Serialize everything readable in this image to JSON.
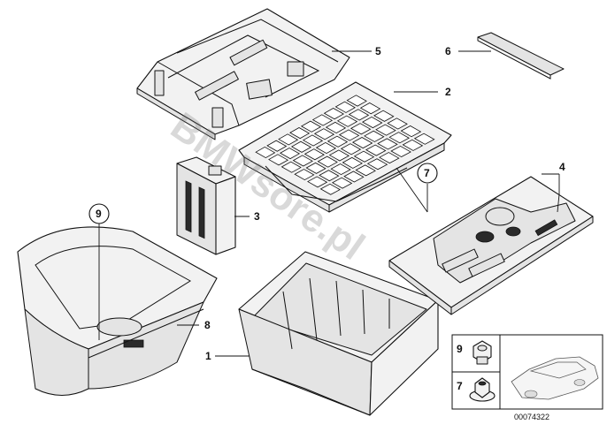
{
  "callouts": {
    "c1": "1",
    "c2": "2",
    "c3": "3",
    "c4": "4",
    "c5": "5",
    "c6": "6",
    "c7": "7",
    "c8": "8",
    "c9": "9",
    "inset_9": "9",
    "inset_7": "7"
  },
  "watermark": "BMWsore.pl",
  "reference_number": "00074322"
}
